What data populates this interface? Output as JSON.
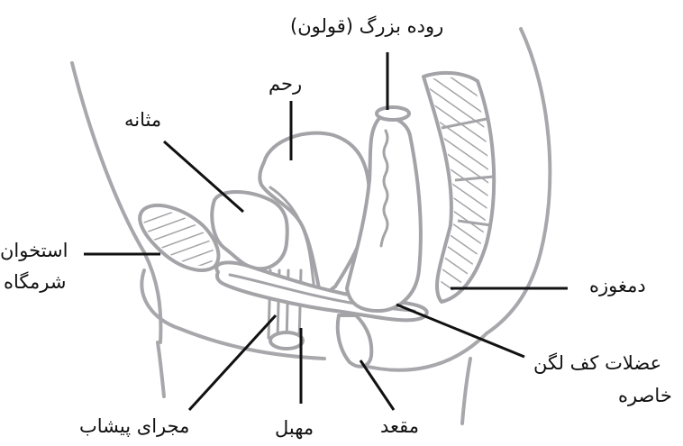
{
  "diagram": {
    "subject": "female pelvic anatomy (sagittal view)",
    "colors": {
      "organ_stroke": "#a4a4a8",
      "leader_line": "#111111",
      "text": "#111111",
      "background": "#ffffff"
    },
    "labels": {
      "colon": "روده بزرگ (قولون)",
      "uterus": "رحم",
      "bladder": "مثانه",
      "pubic_bone_line1": "استخوان",
      "pubic_bone_line2": "شرمگاه",
      "coccyx": "دمغوزه",
      "pelvic_floor_line1": "عضلات کف لگن",
      "pelvic_floor_line2": "خاصره",
      "urethra": "مجرای پیشاب",
      "vagina": "مهبل",
      "anus": "مقعد"
    }
  }
}
